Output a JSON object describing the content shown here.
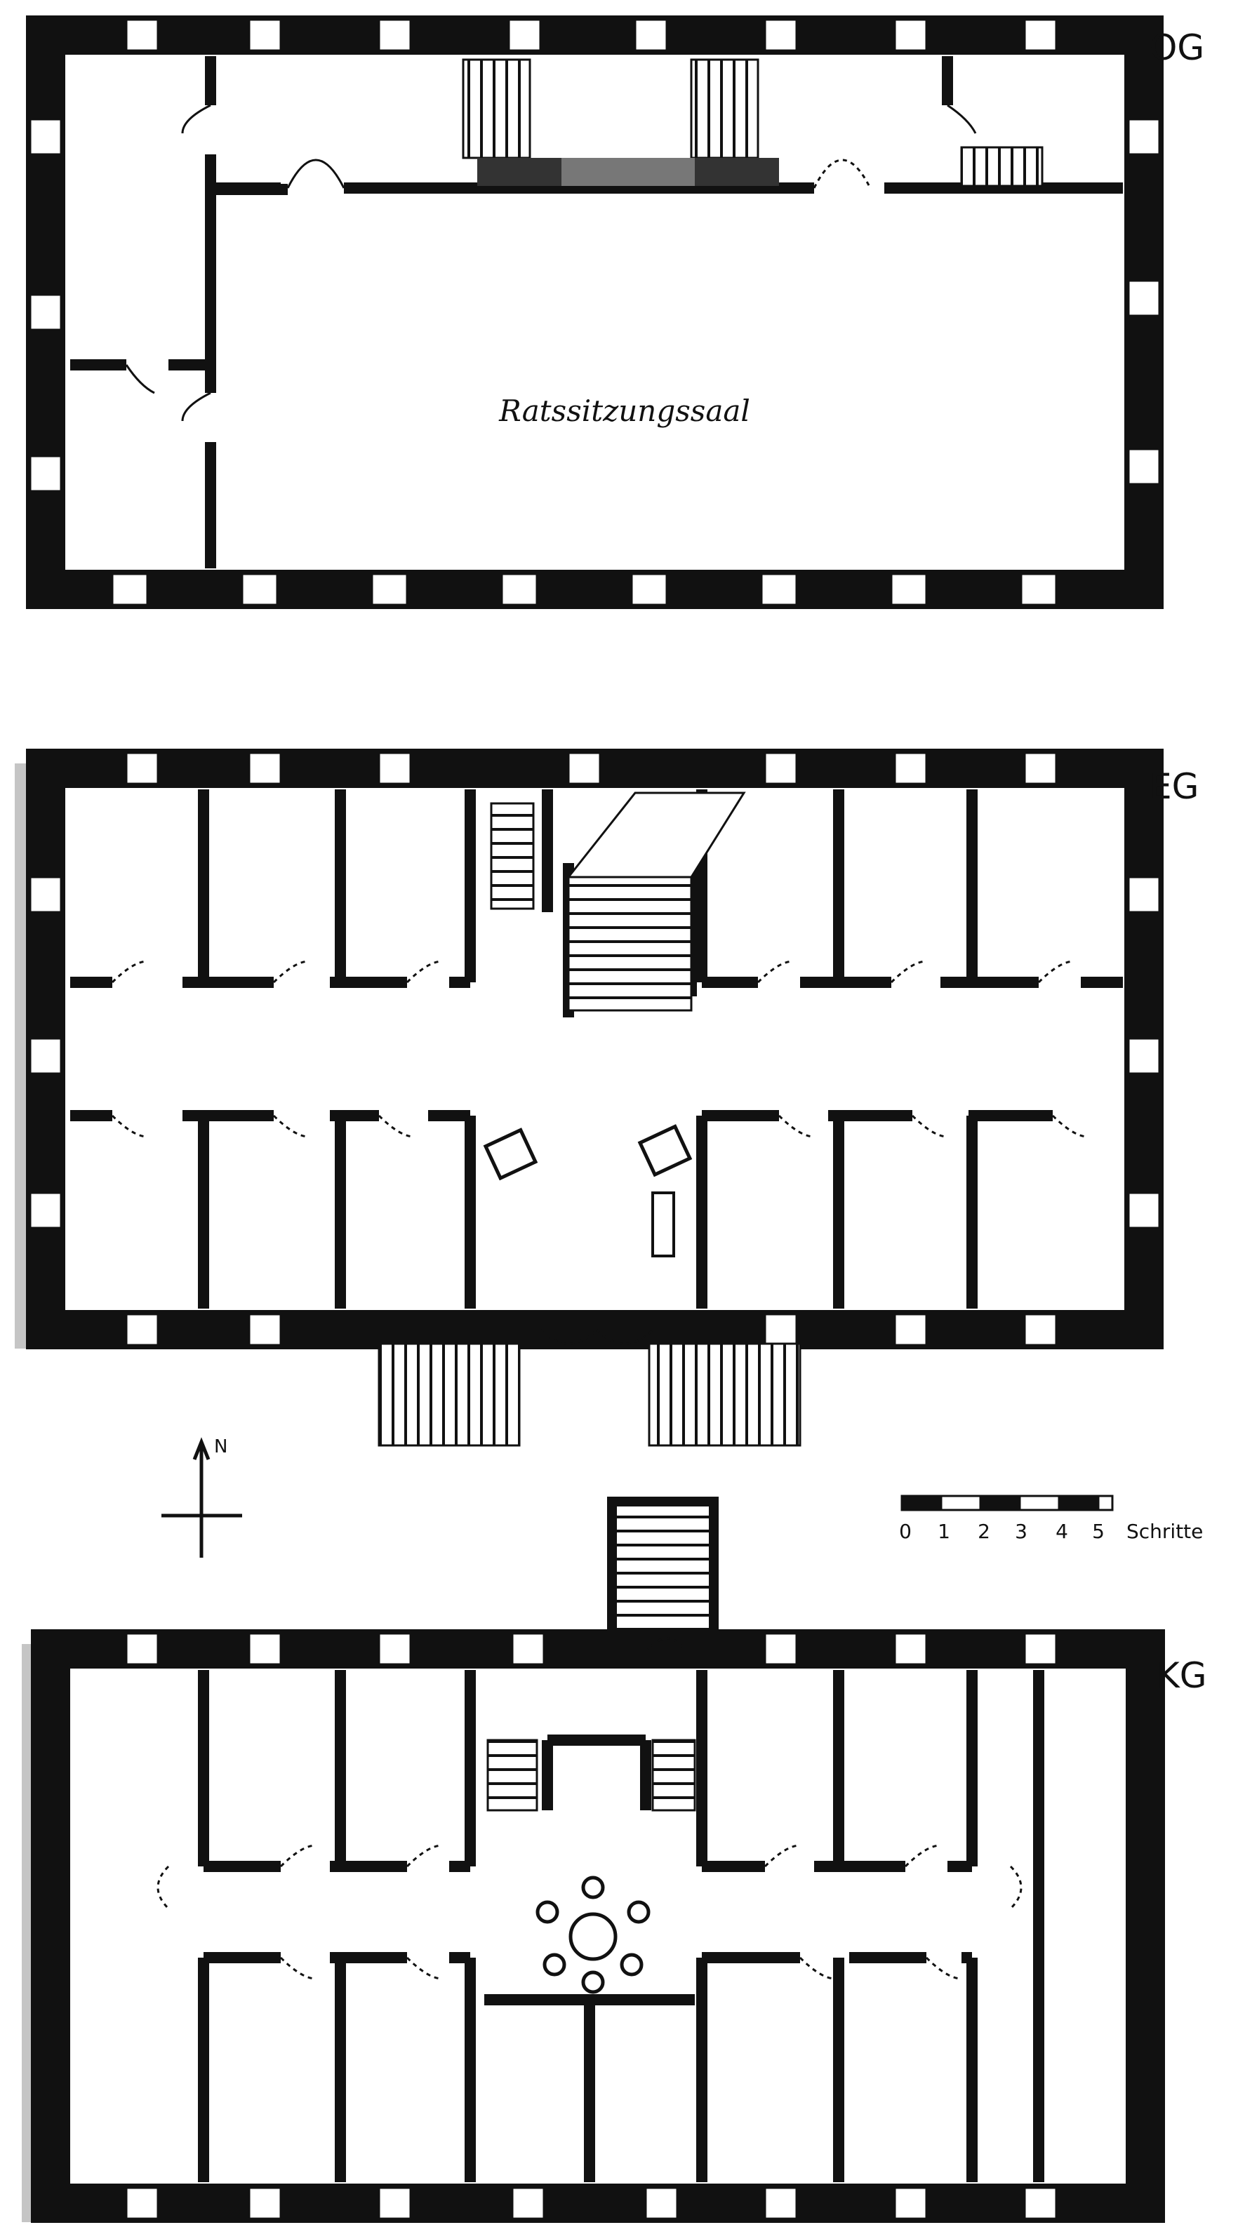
{
  "map": {
    "floors": [
      {
        "id": "og",
        "label": "OG",
        "rooms": [
          {
            "name": "Ratssitzungssaal"
          }
        ]
      },
      {
        "id": "eg",
        "label": "EG"
      },
      {
        "id": "kg",
        "label": "KG"
      }
    ],
    "compass": {
      "label": "N"
    },
    "scale": {
      "ticks": [
        "0",
        "1",
        "2",
        "3",
        "4",
        "5"
      ],
      "unit": "Schritte"
    },
    "colors": {
      "wall": "#111111",
      "window": "#ffffff",
      "shadow": "#8c8c8c",
      "paper": "#ffffff"
    }
  }
}
